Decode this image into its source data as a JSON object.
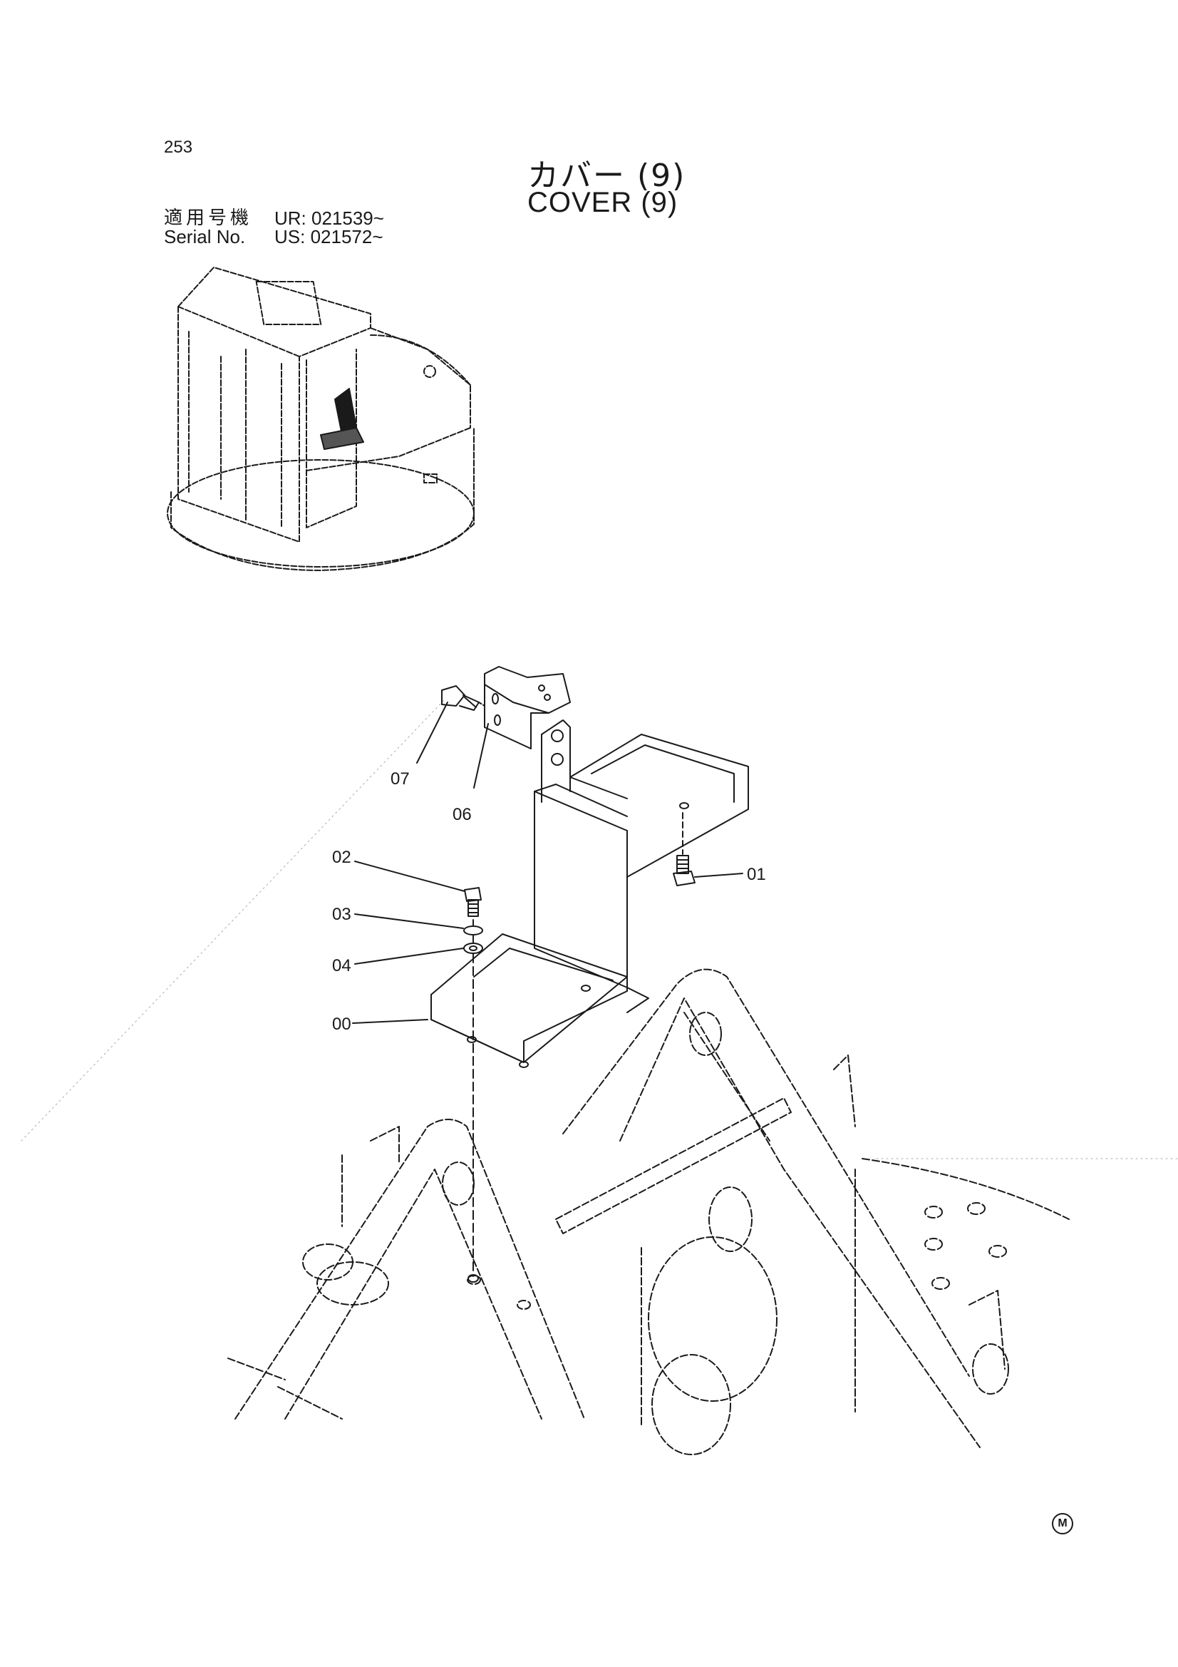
{
  "page": {
    "number": "253",
    "title_jp": "カバー (9)",
    "title_en": "COVER (9)"
  },
  "serial": {
    "label_jp": "適用号機",
    "label_en": "Serial No.",
    "ur": "UR: 021539~",
    "us": "US: 021572~"
  },
  "callouts": {
    "c00": "00",
    "c01": "01",
    "c02": "02",
    "c03": "03",
    "c04": "04",
    "c06": "06",
    "c07": "07"
  },
  "icons": [
    "machine-overview-icon",
    "manufacturer-mark-icon"
  ],
  "mark": "M",
  "colors": {
    "line": "#1a1a1a",
    "background": "#ffffff"
  }
}
